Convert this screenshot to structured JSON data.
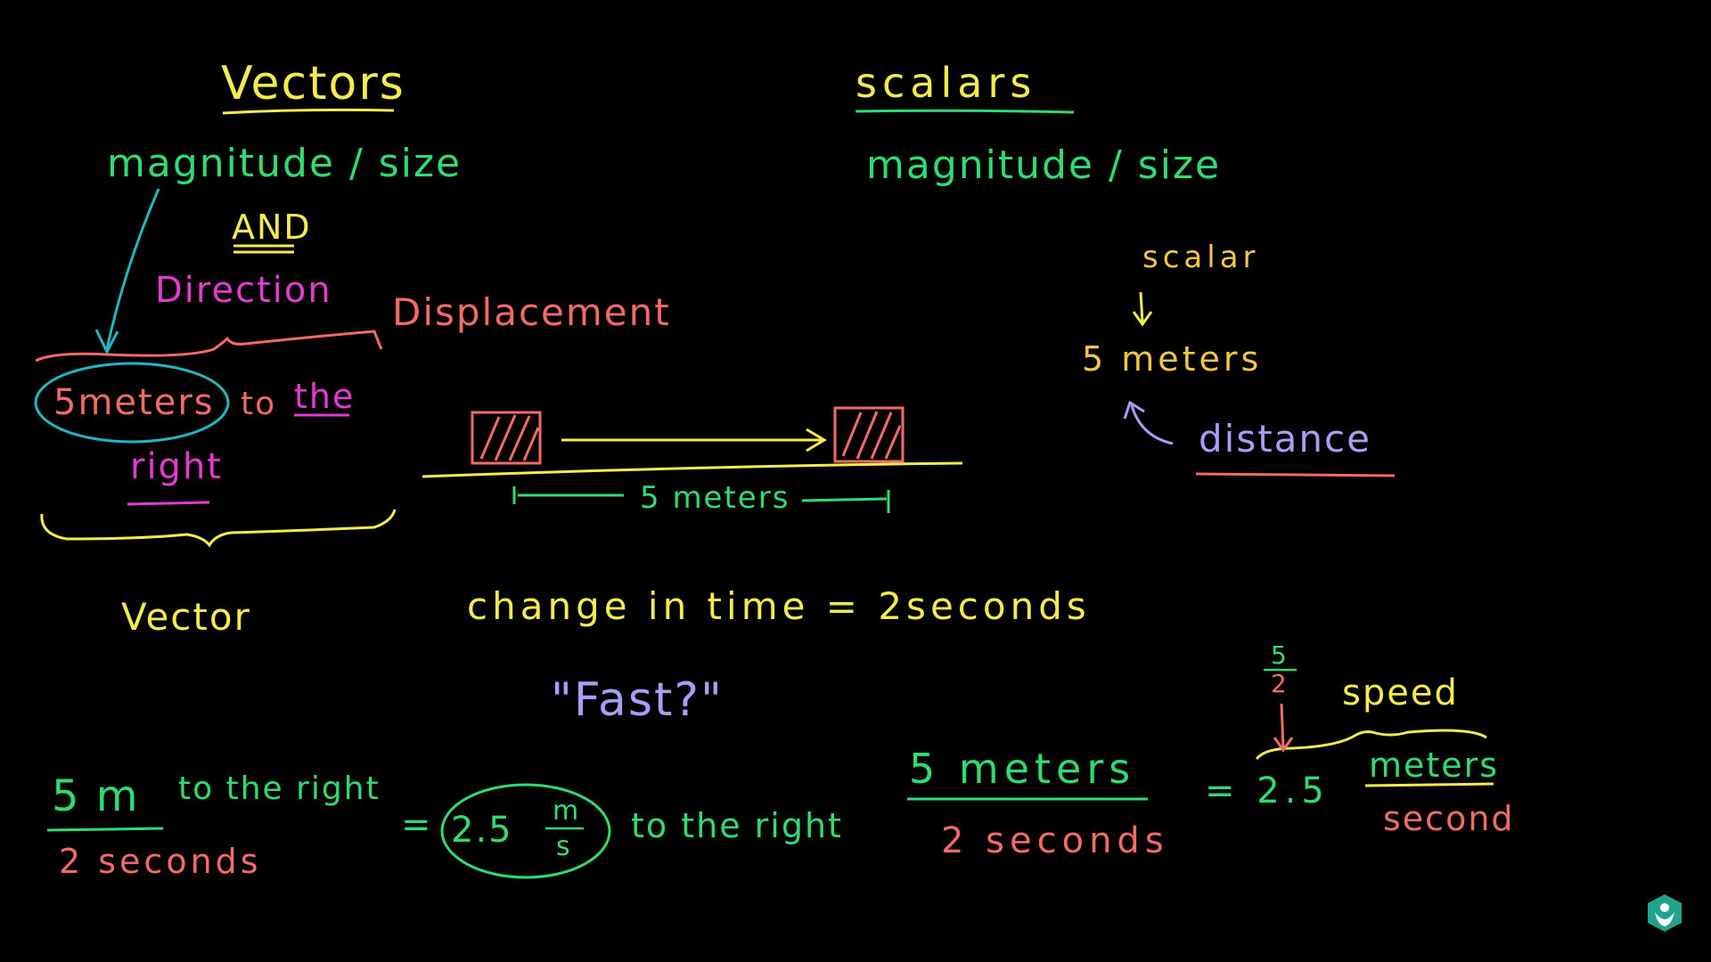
{
  "colors": {
    "background": "#000000",
    "yellow": "#f4ec4e",
    "green": "#2fdc73",
    "pink": "#e23bd0",
    "salmon": "#f26b66",
    "lavender": "#a79ff5",
    "teal": "#22b6c2",
    "logo": "#1fa38c"
  },
  "vectors": {
    "heading": "Vectors",
    "magnitude": "magnitude / size",
    "and_word": "AND",
    "direction": "Direction",
    "example_circled": "5meters",
    "example_to": "to",
    "example_the": "the",
    "example_right": "right",
    "label": "Vector"
  },
  "scalars": {
    "heading": "scalars",
    "magnitude": "magnitude / size",
    "scalar_word": "scalar",
    "five_meters": "5 meters",
    "distance": "distance"
  },
  "displacement": {
    "label": "Displacement",
    "measure": "5 meters"
  },
  "time": {
    "equation": "change in time = 2seconds",
    "fast": "\"Fast?\""
  },
  "velocity": {
    "numerator": "5 m",
    "numerator_dir": "to the right",
    "denominator": "2 seconds",
    "equals": "=",
    "result_value": "2.5",
    "result_unit_num": "m",
    "result_unit_den": "s",
    "result_dir": "to the right"
  },
  "speed": {
    "numerator": "5 meters",
    "denominator": "2 seconds",
    "equals": "= 2.5",
    "unit_num": "meters",
    "unit_den": "second",
    "label": "speed",
    "mini_num": "5",
    "mini_den": "2"
  },
  "icons": {
    "logo": "khan-academy-logo-icon"
  }
}
